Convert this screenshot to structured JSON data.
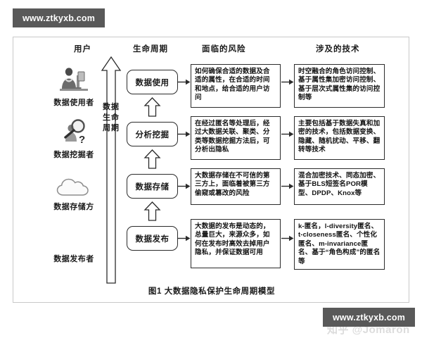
{
  "watermarks": {
    "top_badge": "www.ztkyxb.com",
    "bottom_badge": "www.ztkyxb.com",
    "zhihu": "知乎 @Jomaron"
  },
  "figure": {
    "caption": "图1  大数据隐私保护生命周期模型",
    "headers": {
      "users": "用户",
      "lifecycle": "生命周期",
      "risks": "面临的风险",
      "technologies": "涉及的技术"
    },
    "lifecycle_arrow_label": "数据生命周期",
    "users": [
      {
        "label": "数据使用者",
        "icon": "person-at-desk-icon"
      },
      {
        "label": "数据挖掘者",
        "icon": "magnifier-question-icon"
      },
      {
        "label": "数据存储方",
        "icon": "cloud-icon"
      },
      {
        "label": "数据发布者",
        "icon": "none"
      }
    ],
    "stages": [
      {
        "label": "数据使用"
      },
      {
        "label": "分析挖掘"
      },
      {
        "label": "数据存储"
      },
      {
        "label": "数据发布"
      }
    ],
    "risks": [
      "如何确保合适的数据及合适的属性，在合适的时间和地点，给合适的用户访问",
      "在经过匿名等处理后，经过大数据关联、聚类、分类等数据挖掘方法后，可分析出隐私",
      "大数据存储在不可信的第三方上，面临着被第三方偷窥或篡改的风险",
      "大数据的发布是动态的，总量巨大，来源众多，如何在发布时高效去掉用户隐私，并保证数据可用"
    ],
    "technologies": [
      "时空融合的角色访问控制、基于属性集加密访问控制、基于层次式属性集的访问控制等",
      "主要包括基于数据失真和加密的技术，包括数据变换、隐藏、随机扰动、平移、翻转等技术",
      "混合加密技术、同态加密、基于BLS短签名POR模型、DPDP、Knox等",
      "k-匿名，l-diversity匿名、t-closeness匿名、个性化匿名、m-invariance匿名、基于“角色构成”的匿名等"
    ]
  },
  "colors": {
    "badge_background": "#595959",
    "badge_text": "#ffffff",
    "frame_border": "#c9c9c9",
    "box_border": "#2b2b2b",
    "watermark_gray": "#dcdcdc"
  }
}
